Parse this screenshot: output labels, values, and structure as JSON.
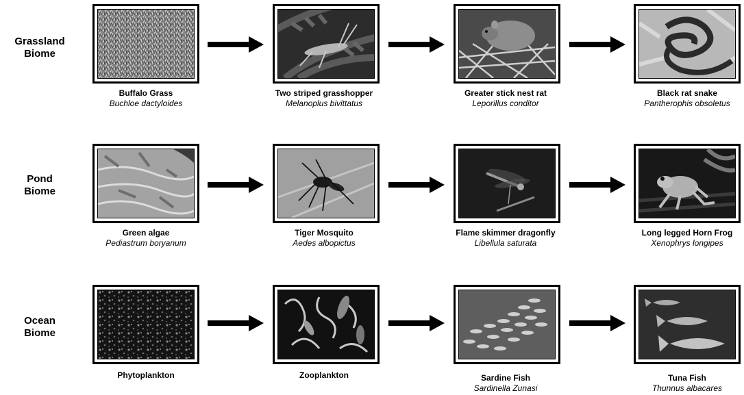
{
  "rows": [
    {
      "biome": [
        "Grassland",
        "Biome"
      ],
      "organisms": [
        {
          "common": "Buffalo Grass",
          "scientific": "Buchloe dactyloides",
          "image": "grass-texture"
        },
        {
          "common": "Two striped grasshopper",
          "scientific": "Melanoplus bivittatus",
          "image": "grasshopper"
        },
        {
          "common": "Greater stick nest rat",
          "scientific": "Leporillus conditor",
          "image": "rat"
        },
        {
          "common": "Black rat snake",
          "scientific": "Pantherophis obsoletus",
          "image": "snake"
        }
      ]
    },
    {
      "biome": [
        "Pond",
        "Biome"
      ],
      "organisms": [
        {
          "common": "Green algae",
          "scientific": "Pediastrum boryanum",
          "image": "algae"
        },
        {
          "common": "Tiger Mosquito",
          "scientific": "Aedes albopictus",
          "image": "mosquito"
        },
        {
          "common": "Flame skimmer dragonfly",
          "scientific": "Libellula saturata",
          "image": "dragonfly"
        },
        {
          "common": "Long legged Horn Frog",
          "scientific": "Xenophrys longipes",
          "image": "frog"
        }
      ]
    },
    {
      "biome": [
        "Ocean",
        "Biome"
      ],
      "organisms": [
        {
          "common": "Phytoplankton",
          "scientific": "",
          "image": "phytoplankton"
        },
        {
          "common": "Zooplankton",
          "scientific": "",
          "image": "zooplankton"
        },
        {
          "common": "Sardine Fish",
          "scientific": "Sardinella Zunasi",
          "image": "sardines"
        },
        {
          "common": "Tuna Fish",
          "scientific": "Thunnus albacares",
          "image": "tuna"
        }
      ]
    }
  ]
}
